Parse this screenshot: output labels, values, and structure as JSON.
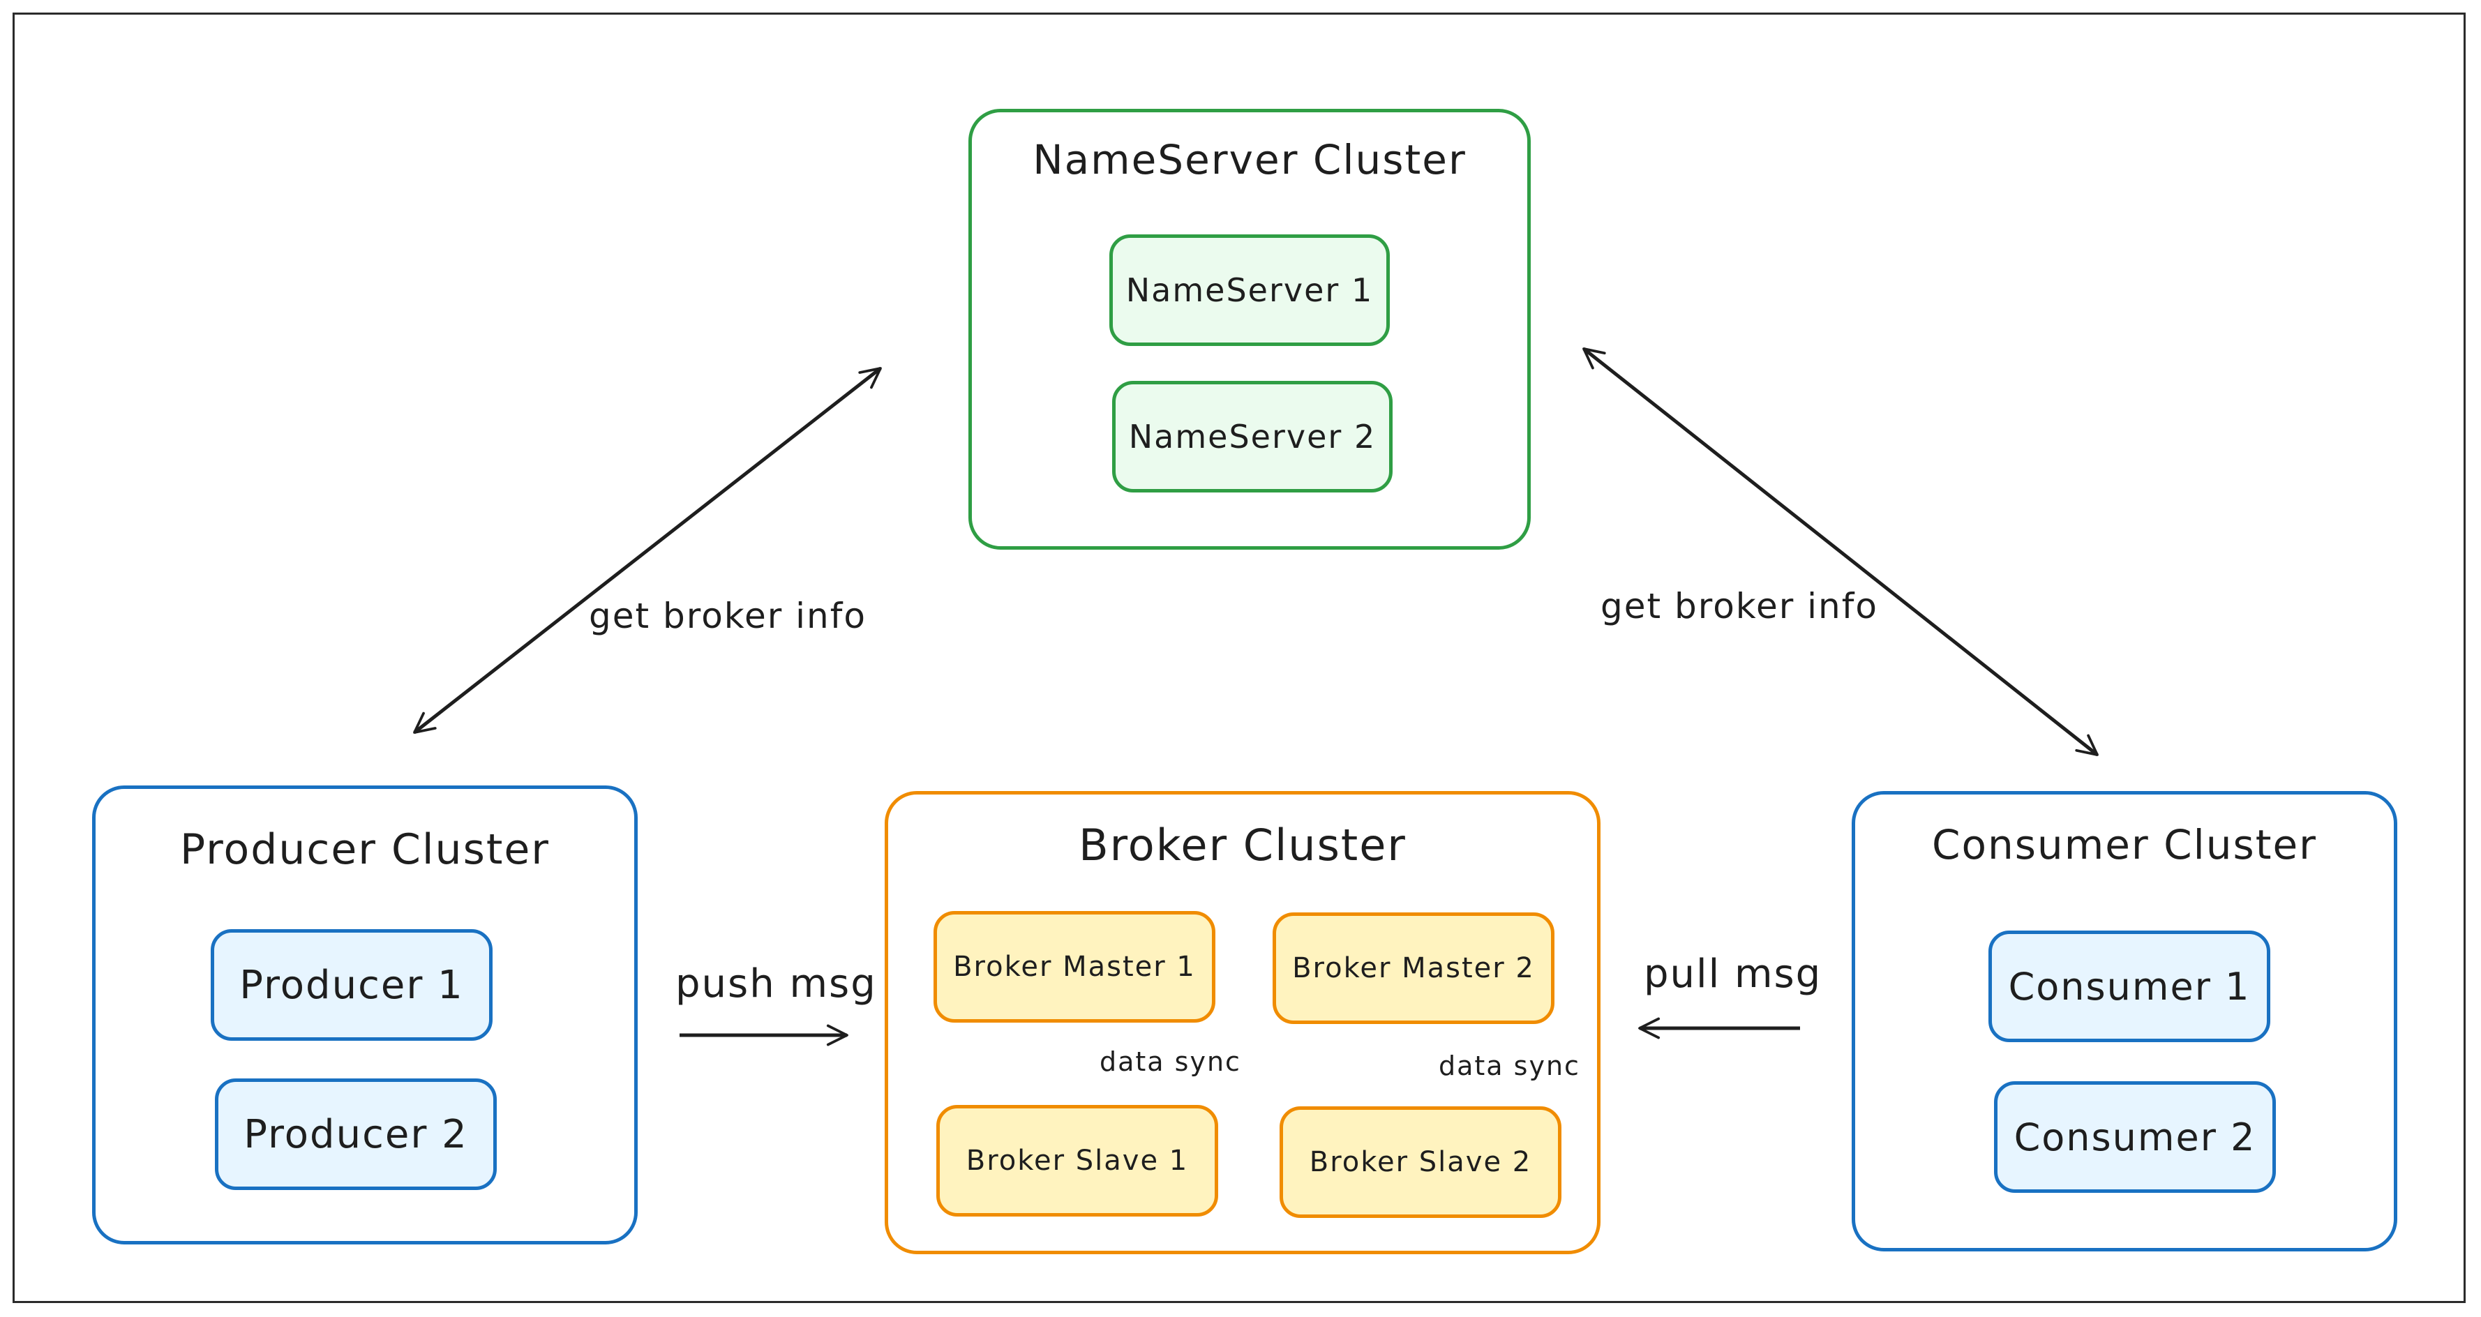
{
  "nameserver_cluster": {
    "title": "NameServer Cluster",
    "nodes": [
      "NameServer 1",
      "NameServer 2"
    ]
  },
  "producer_cluster": {
    "title": "Producer Cluster",
    "nodes": [
      "Producer 1",
      "Producer 2"
    ]
  },
  "broker_cluster": {
    "title": "Broker Cluster",
    "masters": [
      "Broker Master 1",
      "Broker Master 2"
    ],
    "slaves": [
      "Broker Slave 1",
      "Broker Slave 2"
    ],
    "sync_label": "data sync"
  },
  "consumer_cluster": {
    "title": "Consumer Cluster",
    "nodes": [
      "Consumer 1",
      "Consumer 2"
    ]
  },
  "edges": {
    "producer_nameserver": "get broker info",
    "consumer_nameserver": "get broker info",
    "producer_broker": "push msg",
    "consumer_broker": "pull msg"
  },
  "colors": {
    "nameserver": "#2f9e44",
    "producer_consumer": "#1971c2",
    "broker": "#f08c00",
    "line": "#1e1e1e"
  }
}
